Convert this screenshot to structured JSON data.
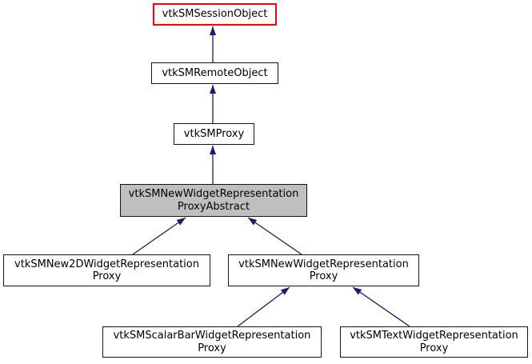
{
  "diagram": {
    "kind": "class-inheritance-graph",
    "background_color": "#ffffff",
    "colors": {
      "edge": "#191970",
      "node_border": "#000000",
      "highlight_border": "#ff0000",
      "current_node_fill": "#bfbfbf",
      "node_fill": "#ffffff",
      "text": "#000000"
    },
    "nodes": [
      {
        "id": "vtkSMSessionObject",
        "style": "red-border",
        "lines": [
          "vtkSMSessionObject"
        ]
      },
      {
        "id": "vtkSMRemoteObject",
        "style": "normal",
        "lines": [
          "vtkSMRemoteObject"
        ]
      },
      {
        "id": "vtkSMProxy",
        "style": "normal",
        "lines": [
          "vtkSMProxy"
        ]
      },
      {
        "id": "vtkSMNewWidgetRepresentationProxyAbstract",
        "style": "current-gray",
        "lines": [
          "vtkSMNewWidgetRepresentation",
          "ProxyAbstract"
        ]
      },
      {
        "id": "vtkSMNew2DWidgetRepresentationProxy",
        "style": "normal",
        "lines": [
          "vtkSMNew2DWidgetRepresentation",
          "Proxy"
        ]
      },
      {
        "id": "vtkSMNewWidgetRepresentationProxy",
        "style": "normal",
        "lines": [
          "vtkSMNewWidgetRepresentation",
          "Proxy"
        ]
      },
      {
        "id": "vtkSMScalarBarWidgetRepresentationProxy",
        "style": "normal",
        "lines": [
          "vtkSMScalarBarWidgetRepresentation",
          "Proxy"
        ]
      },
      {
        "id": "vtkSMTextWidgetRepresentationProxy",
        "style": "normal",
        "lines": [
          "vtkSMTextWidgetRepresentation",
          "Proxy"
        ]
      }
    ],
    "edges": [
      {
        "from": "vtkSMRemoteObject",
        "to": "vtkSMSessionObject",
        "relation": "inherits"
      },
      {
        "from": "vtkSMProxy",
        "to": "vtkSMRemoteObject",
        "relation": "inherits"
      },
      {
        "from": "vtkSMNewWidgetRepresentationProxyAbstract",
        "to": "vtkSMProxy",
        "relation": "inherits"
      },
      {
        "from": "vtkSMNew2DWidgetRepresentationProxy",
        "to": "vtkSMNewWidgetRepresentationProxyAbstract",
        "relation": "inherits"
      },
      {
        "from": "vtkSMNewWidgetRepresentationProxy",
        "to": "vtkSMNewWidgetRepresentationProxyAbstract",
        "relation": "inherits"
      },
      {
        "from": "vtkSMScalarBarWidgetRepresentationProxy",
        "to": "vtkSMNewWidgetRepresentationProxy",
        "relation": "inherits"
      },
      {
        "from": "vtkSMTextWidgetRepresentationProxy",
        "to": "vtkSMNewWidgetRepresentationProxy",
        "relation": "inherits"
      }
    ]
  }
}
